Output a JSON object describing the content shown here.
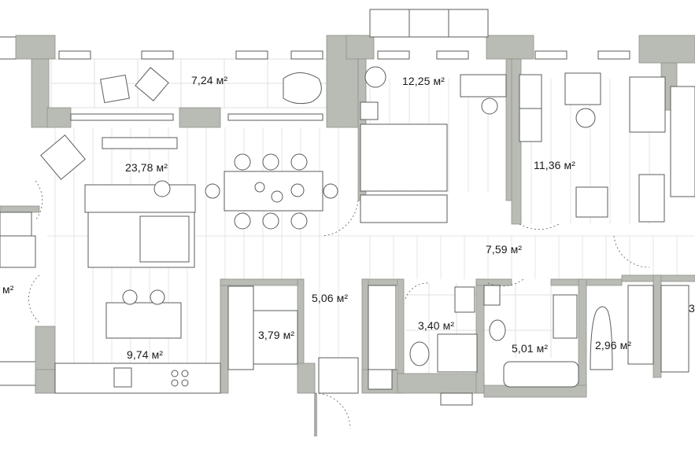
{
  "colors": {
    "wall": "#b9bcb4",
    "wall_edge": "#8f928b",
    "line": "#5a5d58",
    "floor_line": "#e4e6e2",
    "tile": "#dfe2dd",
    "background": "#ffffff"
  },
  "rooms": [
    {
      "id": "balcony",
      "area": "7,24 м²"
    },
    {
      "id": "bedroom-1",
      "area": "12,25 м²"
    },
    {
      "id": "living-room",
      "area": "23,78 м²"
    },
    {
      "id": "bedroom-2",
      "area": "11,36 м²"
    },
    {
      "id": "hallway",
      "area": "7,59 м²"
    },
    {
      "id": "corridor",
      "area": "5,06 м²"
    },
    {
      "id": "wardrobe",
      "area": "3,79 м²"
    },
    {
      "id": "bathroom-1",
      "area": "3,40 м²"
    },
    {
      "id": "bathroom-2",
      "area": "5,01 м²"
    },
    {
      "id": "laundry",
      "area": "2,96 м²"
    },
    {
      "id": "kitchen",
      "area": "9,74 м²"
    },
    {
      "id": "left-room",
      "area": "м²"
    },
    {
      "id": "right-room",
      "area": "3"
    }
  ]
}
